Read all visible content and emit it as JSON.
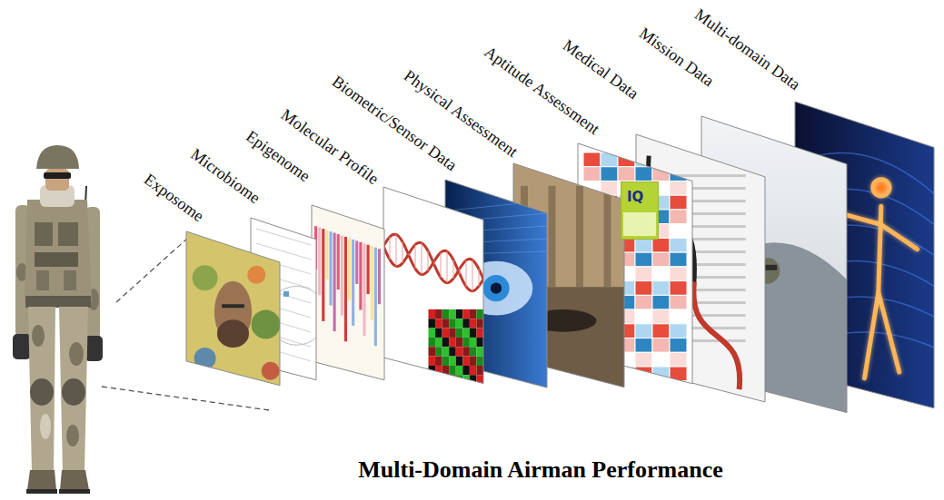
{
  "diagram": {
    "title": "Multi-Domain Airman Performance",
    "nodes": [
      {
        "text": [
          "Exposome"
        ]
      },
      {
        "text": [
          "Microbiome"
        ]
      },
      {
        "text": [
          "Epigenome"
        ]
      },
      {
        "text": [
          "Molecular Profile"
        ]
      },
      {
        "text": [
          "Biometric/Sensor Data"
        ]
      },
      {
        "text": [
          "Physical Assessment"
        ]
      },
      {
        "text": [
          "Aptitude Assessment"
        ]
      },
      {
        "text": [
          "Medical Data"
        ]
      },
      {
        "text": [
          "Mission Data"
        ]
      },
      {
        "text": [
          "Multi-domain Data"
        ]
      }
    ],
    "labels": [
      "IQ"
    ]
  }
}
